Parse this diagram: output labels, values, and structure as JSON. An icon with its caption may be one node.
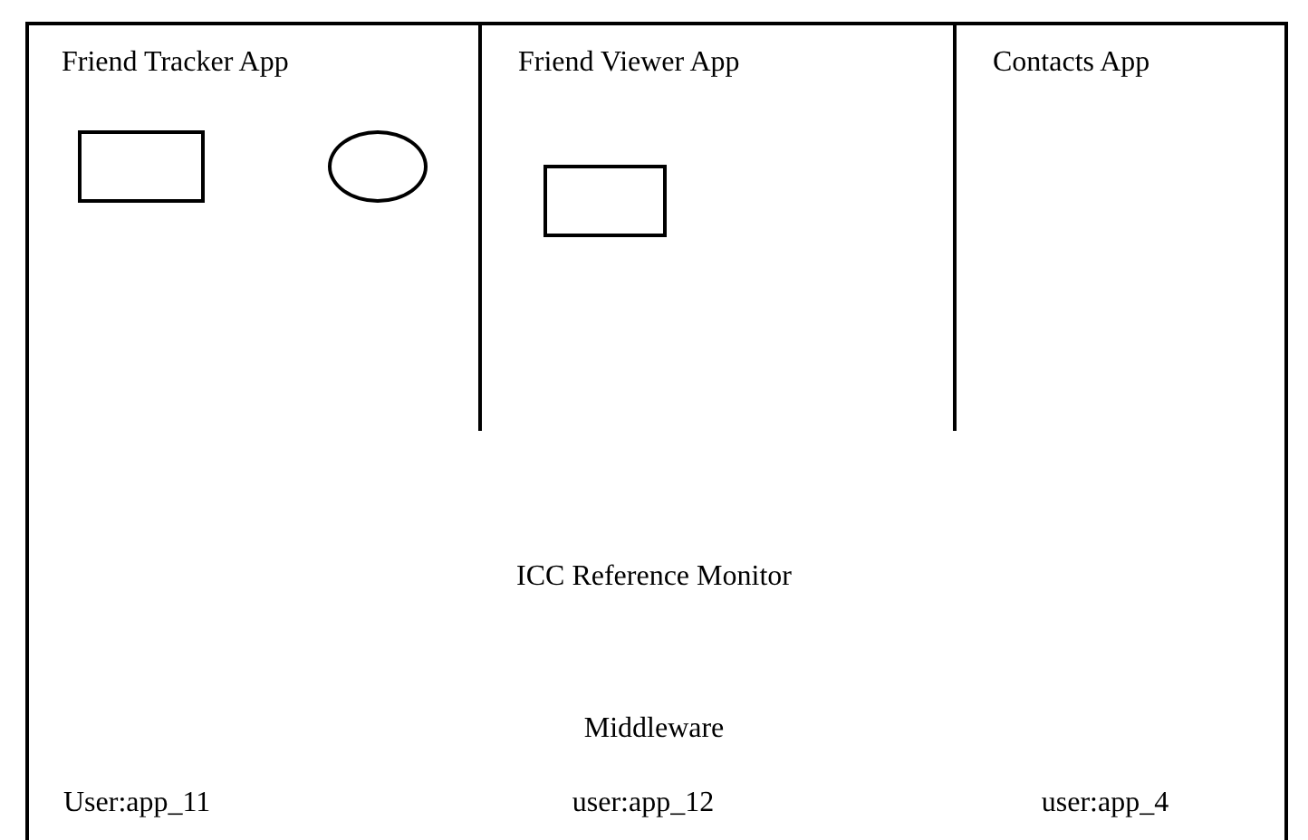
{
  "diagram": {
    "nodes": [
      {
        "text": [
          "Friend Tracker App"
        ]
      },
      {
        "text": [],
        "shape": "box",
        "in": 0
      },
      {
        "text": [],
        "shape": "circle",
        "in": 0
      },
      {
        "text": [
          "Friend Viewer App"
        ]
      },
      {
        "text": [],
        "shape": "box",
        "in": 3
      },
      {
        "text": [
          "Contacts App"
        ]
      }
    ],
    "edges": [],
    "labels": [
      "ICC Reference Monitor",
      "Middleware",
      "User:app_11",
      "user:app_12",
      "user:app_4"
    ]
  }
}
